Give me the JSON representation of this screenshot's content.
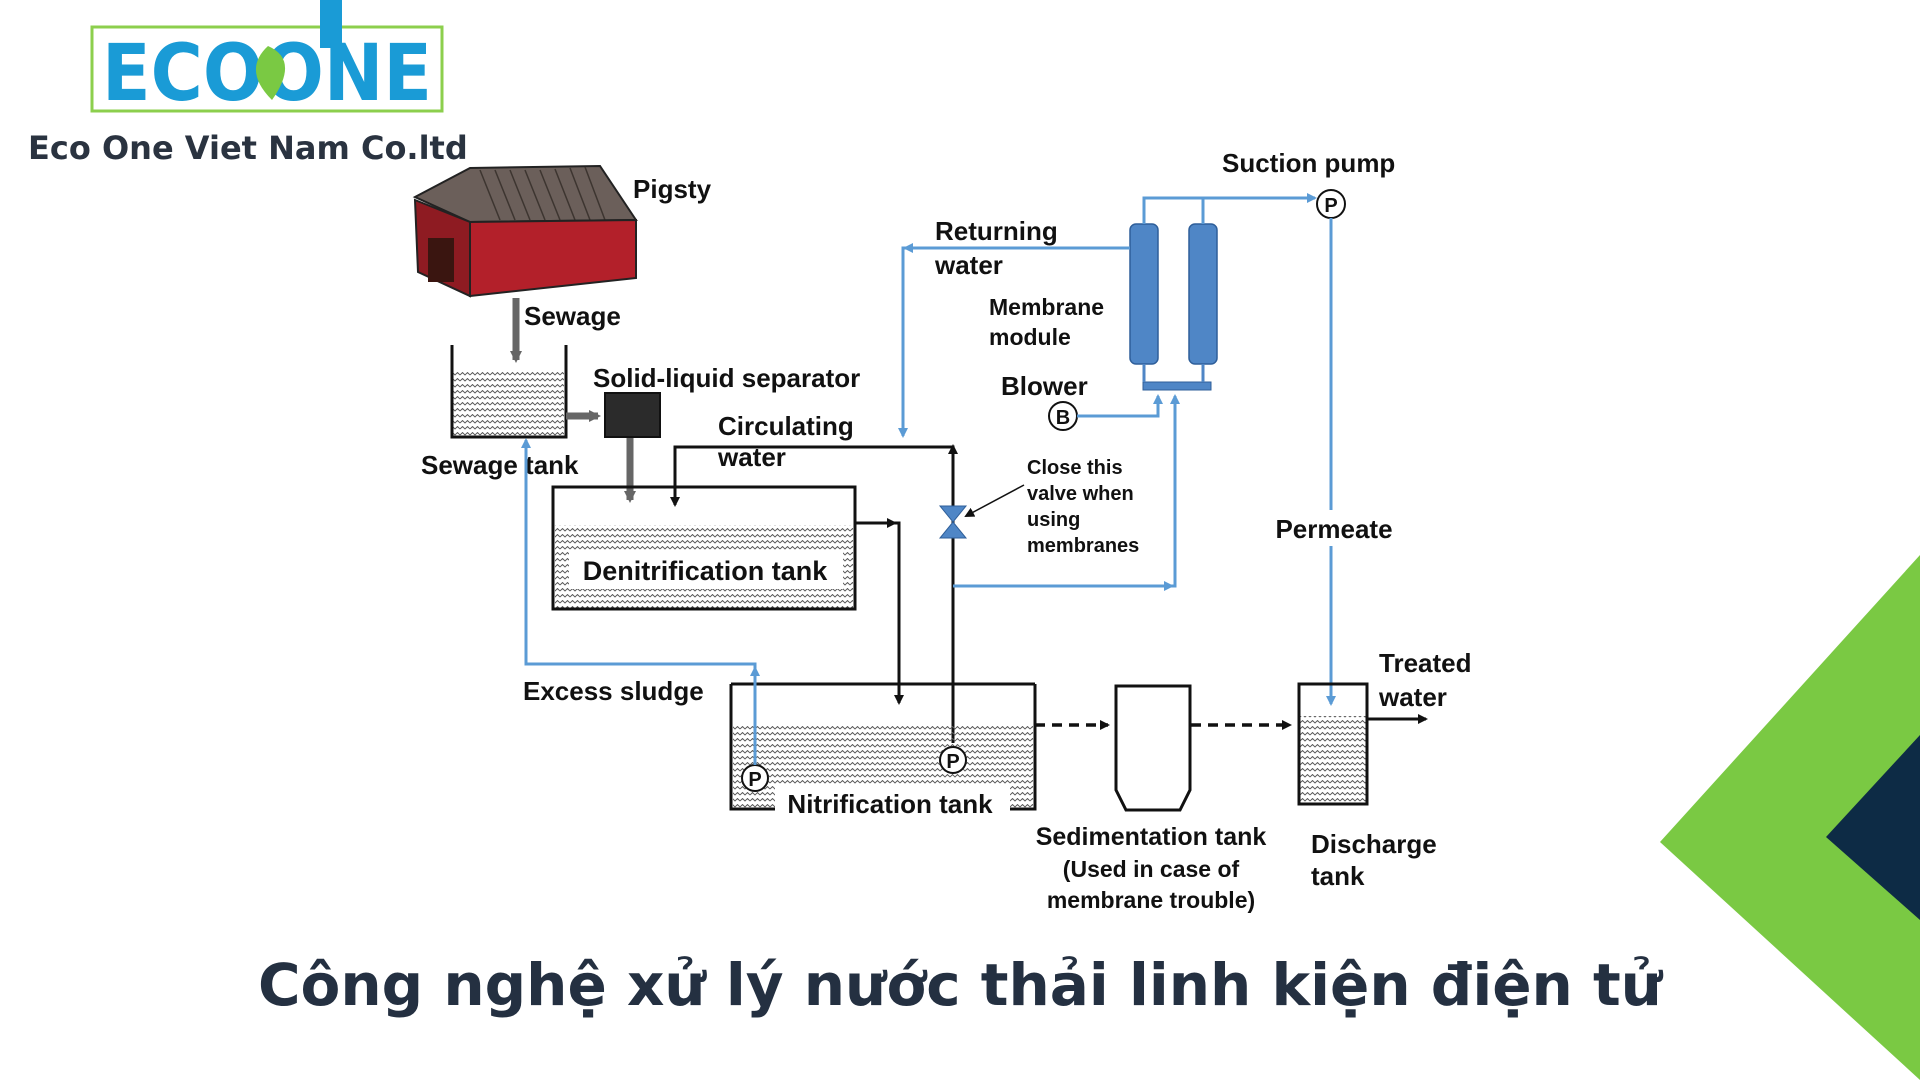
{
  "brand": {
    "logo_text": "ECOONE",
    "company": "Eco One Viet Nam Co.ltd",
    "colors": {
      "blue": "#1a9bd6",
      "green": "#7ac943",
      "navy": "#0d2b45",
      "frame": "#8ccf4d"
    }
  },
  "diagram": {
    "labels": {
      "pigsty": "Pigsty",
      "sewage": "Sewage",
      "sewage_tank": "Sewage tank",
      "solid_liquid_separator": "Solid-liquid separator",
      "circulating_water": [
        "Circulating",
        "water"
      ],
      "denitrification_tank": "Denitrification tank",
      "excess_sludge": "Excess sludge",
      "nitrification_tank": "Nitrification tank",
      "returning_water": [
        "Returning",
        "water"
      ],
      "membrane_module": [
        "Membrane",
        "module"
      ],
      "blower": "Blower",
      "suction_pump": "Suction pump",
      "valve_note": [
        "Close this",
        "valve when",
        "using",
        "membranes"
      ],
      "permeate": "Permeate",
      "treated_water": [
        "Treated",
        "water"
      ],
      "sedimentation_tank": [
        "Sedimentation tank",
        "(Used in case of",
        "membrane trouble)"
      ],
      "discharge_tank": [
        "Discharge",
        "tank"
      ],
      "pump_symbol": "P",
      "blower_symbol": "B"
    },
    "colors": {
      "flow_line": "#5b9bd5",
      "membrane": "#4f86c6",
      "tank_line": "#111111",
      "roof": "#6b5f5a",
      "wall": "#b3202a"
    }
  },
  "footer": {
    "title": "Công nghệ xử lý nước thải linh kiện điện tử"
  },
  "decor": {
    "right_chevron_colors": [
      "#7ac943",
      "#0d2b45"
    ]
  }
}
